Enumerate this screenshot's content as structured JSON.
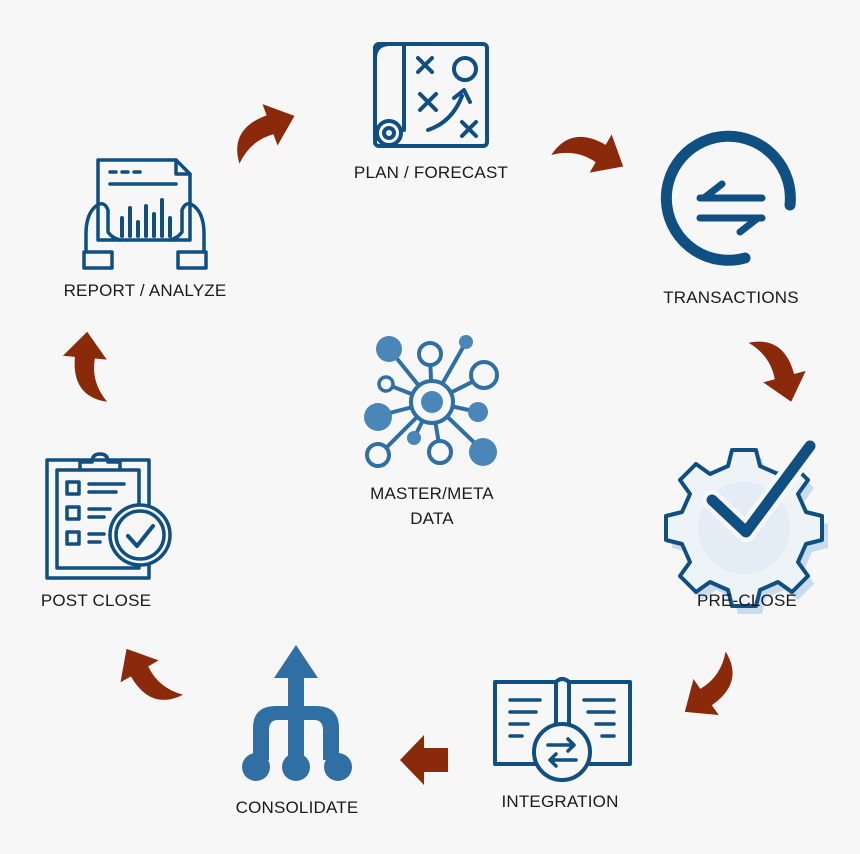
{
  "colors": {
    "icon_dark": "#0f4f82",
    "icon_mid": "#2f6fa3",
    "icon_light": "#4a86b8",
    "arrow": "#8b2a0a",
    "background": "#f7f7f8"
  },
  "nodes": [
    {
      "id": "plan",
      "label": "PLAN / FORECAST",
      "icon": "strategy-map-icon"
    },
    {
      "id": "transactions",
      "label": "TRANSACTIONS",
      "icon": "exchange-arrows-icon"
    },
    {
      "id": "preclose",
      "label": "PRE-CLOSE",
      "icon": "gear-check-icon"
    },
    {
      "id": "integration",
      "label": "INTEGRATION",
      "icon": "book-exchange-icon"
    },
    {
      "id": "consolidate",
      "label": "CONSOLIDATE",
      "icon": "merge-flow-icon"
    },
    {
      "id": "postclose",
      "label": "POST CLOSE",
      "icon": "clipboard-check-icon"
    },
    {
      "id": "report",
      "label": "REPORT / ANALYZE",
      "icon": "report-chart-icon"
    }
  ],
  "center": {
    "line1": "MASTER/META",
    "line2": "DATA",
    "icon": "data-network-icon"
  }
}
